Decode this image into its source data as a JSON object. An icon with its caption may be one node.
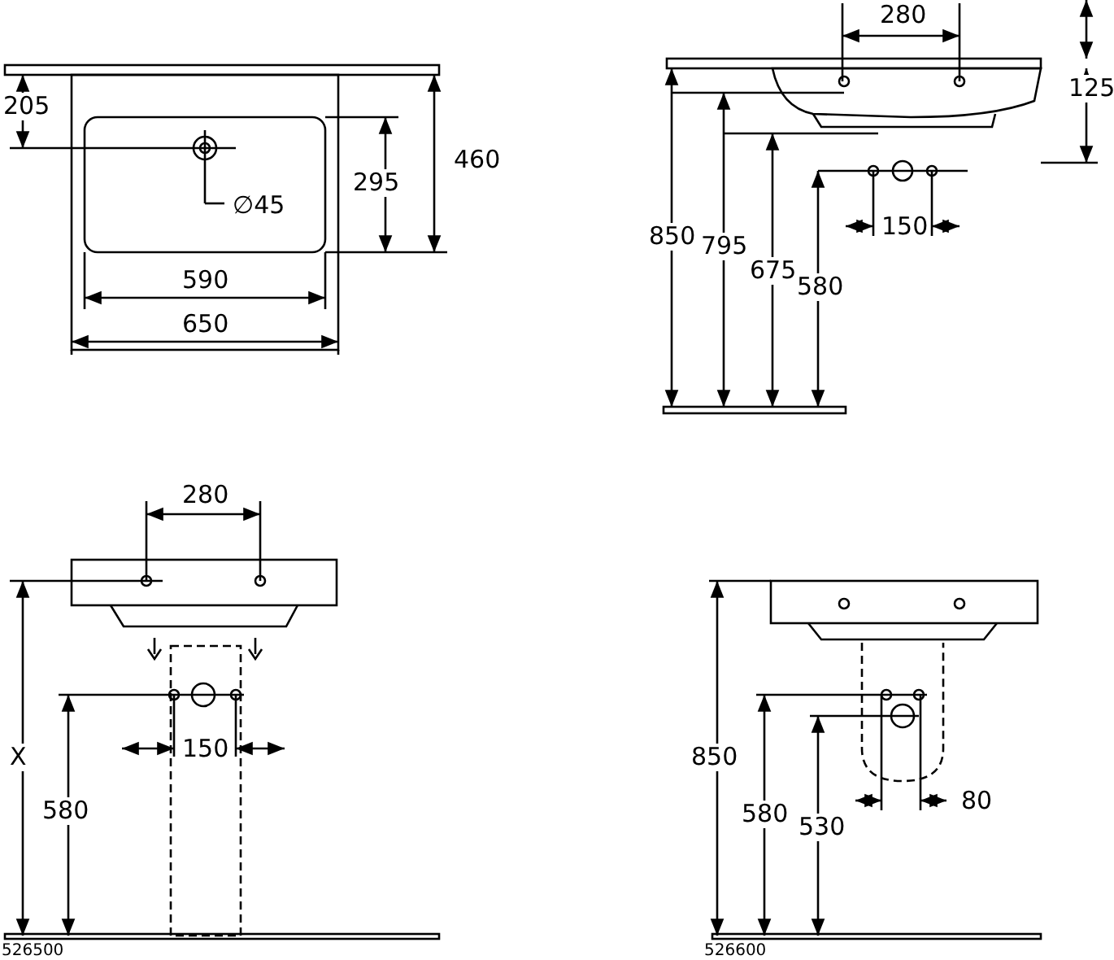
{
  "diagram": {
    "labels": [
      "205",
      "460",
      "295",
      "∅45",
      "590",
      "650",
      "280",
      "125",
      "850",
      "795",
      "675",
      "580",
      "150",
      "280",
      "X",
      "580",
      "150",
      "526500",
      "850",
      "580",
      "530",
      "80",
      "526600"
    ]
  }
}
